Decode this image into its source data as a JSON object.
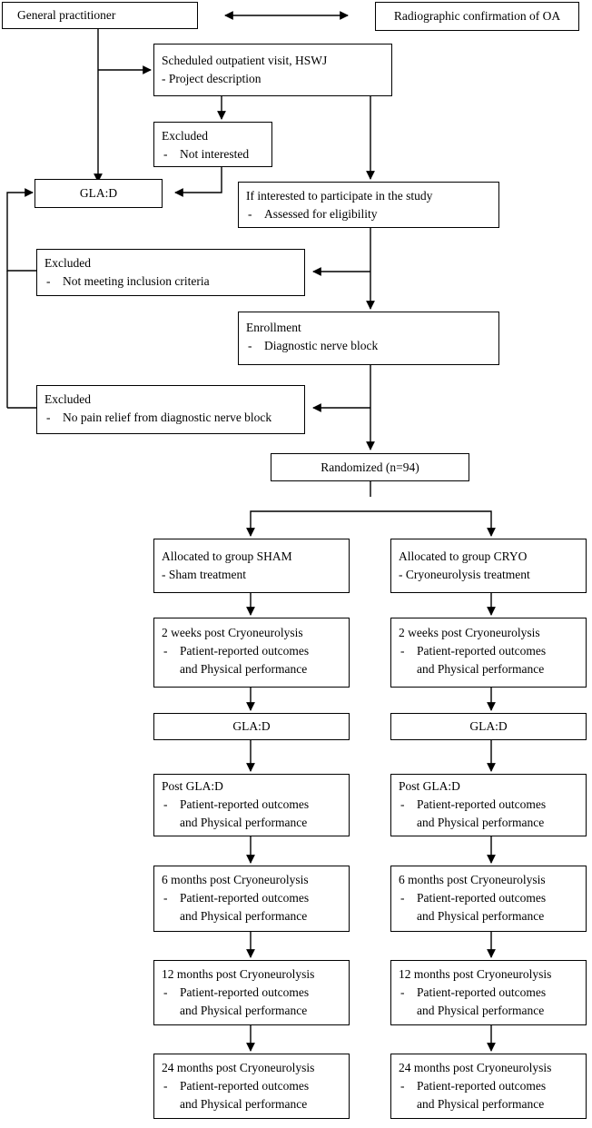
{
  "boxes": {
    "gp": {
      "title": "General practitioner"
    },
    "radio": {
      "title": "Radiographic confirmation of OA"
    },
    "scheduled": {
      "title": "Scheduled outpatient visit, HSWJ",
      "item": "- Project description"
    },
    "excluded1": {
      "title": "Excluded",
      "items": [
        "Not interested"
      ]
    },
    "glad_top": {
      "title": "GLA:D"
    },
    "interested": {
      "title": "If interested to participate in the study",
      "items": [
        "Assessed for eligibility"
      ]
    },
    "excluded2": {
      "title": "Excluded",
      "items": [
        "Not meeting inclusion criteria"
      ]
    },
    "enrollment": {
      "title": "Enrollment",
      "items": [
        "Diagnostic nerve block"
      ]
    },
    "excluded3": {
      "title": "Excluded",
      "items": [
        "No pain relief from diagnostic nerve block"
      ]
    },
    "randomized": {
      "title": "Randomized (n=94)"
    }
  },
  "arms": [
    {
      "allocated": {
        "title": "Allocated to group SHAM",
        "item": "- Sham treatment"
      },
      "fu_2w": {
        "title": "2 weeks post Cryoneurolysis",
        "line1": "Patient-reported outcomes",
        "line2": "and Physical performance"
      },
      "glad": {
        "title": "GLA:D"
      },
      "post_glad": {
        "title": "Post GLA:D",
        "line1": "Patient-reported outcomes",
        "line2": "and Physical performance"
      },
      "fu_6m": {
        "title": "6 months post Cryoneurolysis",
        "line1": "Patient-reported outcomes",
        "line2": "and Physical performance"
      },
      "fu_12m": {
        "title": "12 months post Cryoneurolysis",
        "line1": "Patient-reported outcomes",
        "line2": "and Physical performance"
      },
      "fu_24m": {
        "title": "24 months post Cryoneurolysis",
        "line1": "Patient-reported outcomes",
        "line2": "and Physical performance"
      }
    },
    {
      "allocated": {
        "title": "Allocated to group CRYO",
        "item": "- Cryoneurolysis treatment"
      },
      "fu_2w": {
        "title": "2 weeks post Cryoneurolysis",
        "line1": "Patient-reported outcomes",
        "line2": "and Physical performance"
      },
      "glad": {
        "title": "GLA:D"
      },
      "post_glad": {
        "title": "Post GLA:D",
        "line1": "Patient-reported outcomes",
        "line2": "and Physical performance"
      },
      "fu_6m": {
        "title": "6 months post Cryoneurolysis",
        "line1": "Patient-reported outcomes",
        "line2": "and Physical performance"
      },
      "fu_12m": {
        "title": "12 months post Cryoneurolysis",
        "line1": "Patient-reported outcomes",
        "line2": "and Physical performance"
      },
      "fu_24m": {
        "title": "24 months post Cryoneurolysis",
        "line1": "Patient-reported outcomes",
        "line2": "and Physical performance"
      }
    }
  ]
}
